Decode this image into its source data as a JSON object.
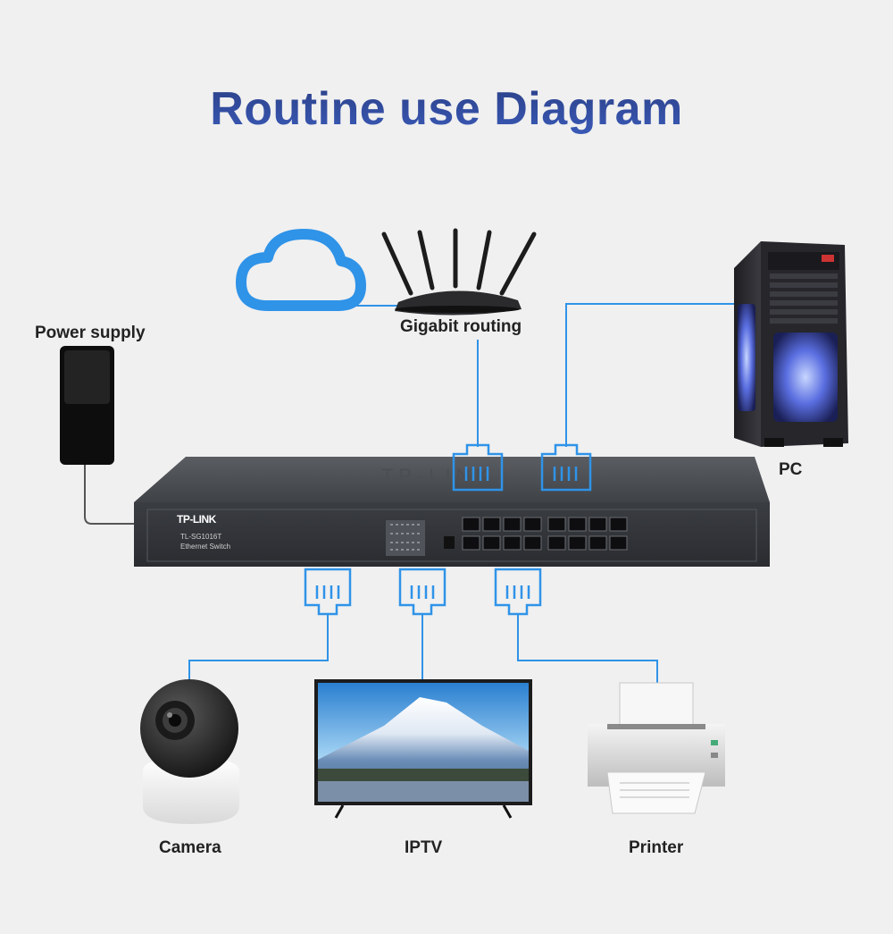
{
  "title": "Routine use Diagram",
  "labels": {
    "power_supply": "Power supply",
    "gigabit_routing": "Gigabit routing",
    "pc": "PC",
    "camera": "Camera",
    "iptv": "IPTV",
    "printer": "Printer"
  },
  "switch": {
    "brand": "TP-LINK",
    "model": "TL-SG1016T",
    "type": "Ethernet Switch"
  },
  "colors": {
    "connector_blue": "#2f93e8",
    "title_blue": "#2e4591",
    "background": "#f0f0f0"
  }
}
